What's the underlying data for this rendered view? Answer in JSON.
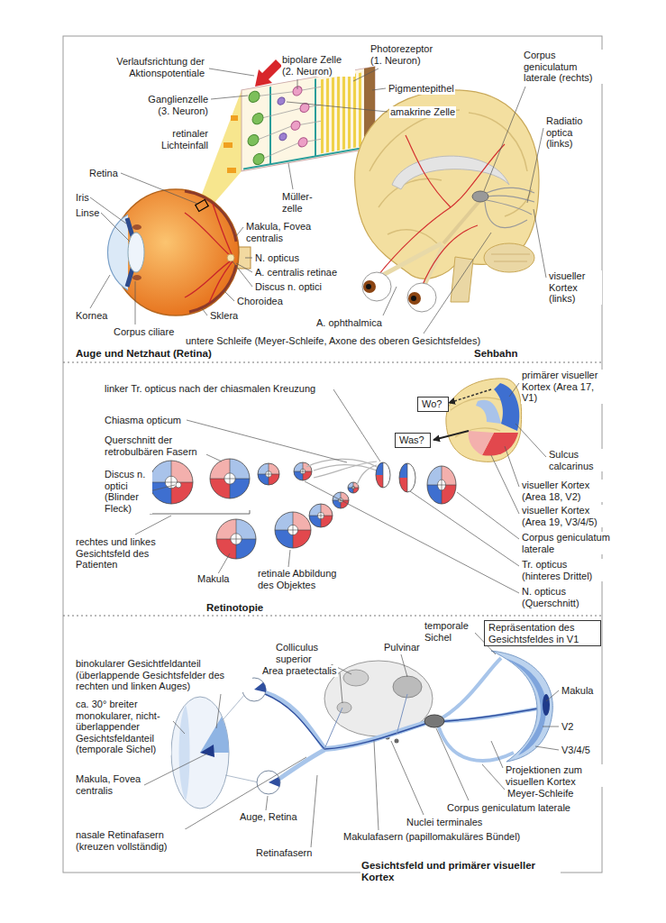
{
  "diagram": {
    "nodes": [
      {
        "text": [
          "Wo?"
        ]
      },
      {
        "text": [
          "Was?"
        ]
      },
      {
        "text": [
          "Repräsentation des Gesichtsfeldes in V1"
        ]
      }
    ],
    "labels": [
      "Verlaufsrichtung der Aktionspotentiale",
      "bipolare Zelle (2. Neuron)",
      "Photorezeptor (1. Neuron)",
      "Corpus geniculatum laterale (rechts)",
      "Pigmentepithel",
      "Ganglienzelle (3. Neuron)",
      "amakrine Zelle",
      "Radiatio optica (links)",
      "retinaler Lichteinfall",
      "Retina",
      "Iris",
      "Linse",
      "Müller- zelle",
      "Makula, Fovea centralis",
      "N. opticus",
      "A. centralis retinae",
      "Discus n. optici",
      "Choroidea",
      "Sklera",
      "Kornea",
      "Corpus ciliare",
      "A. ophthalmica",
      "visueller Kortex (links)",
      "untere Schleife (Meyer-Schleife, Axone des oberen Gesichtsfeldes)",
      "Auge und Netzhaut (Retina)",
      "Sehbahn",
      "linker Tr. opticus nach der chiasmalen Kreuzung",
      "primärer visueller Kortex (Area 17, V1)",
      "Chiasma opticum",
      "Querschnitt der retrobulbären Fasern",
      "Sulcus calcarinus",
      "Discus n. optici (Blinder Fleck)",
      "visueller Kortex (Area 18, V2)",
      "visueller Kortex (Area 19, V3/4/5)",
      "rechtes und linkes Gesichtsfeld des Patienten",
      "Corpus geniculatum laterale",
      "Makula",
      "retinale Abbildung des Objektes",
      "Tr. opticus (hinteres Drittel)",
      "N. opticus (Querschnitt)",
      "Retinotopie",
      "temporale Sichel",
      "Colliculus superior",
      "Pulvinar",
      "binokularer Gesichtfeldanteil (überlappende Gesichtsfelder des rechten und linken Auges)",
      "Area praetectalis",
      "ca. 30° breiter monokularer, nicht-überlappender Gesichtsfeldanteil (temporale Sichel)",
      "Makula",
      "V2",
      "V3/4/5",
      "Projektionen zum visuellen Kortex",
      "Makula, Fovea centralis",
      "Meyer-Schleife",
      "Corpus geniculatum laterale",
      "Auge, Retina",
      "Nuclei terminales",
      "Makulafasern (papillomakuläres Bündel)",
      "nasale Retinafasern (kreuzen vollständig)",
      "Retinafasern",
      "Gesichtsfeld und primärer visueller Kortex"
    ]
  }
}
